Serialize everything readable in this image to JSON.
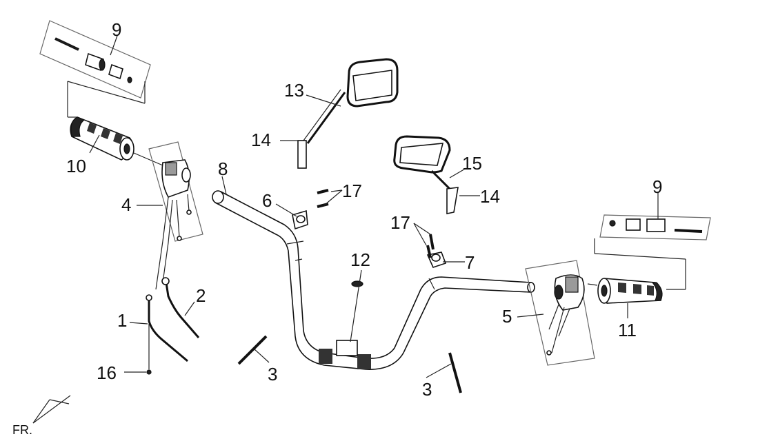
{
  "callouts": {
    "c1": "1",
    "c2": "2",
    "c3a": "3",
    "c3b": "3",
    "c4": "4",
    "c5": "5",
    "c6": "6",
    "c7": "7",
    "c8": "8",
    "c9a": "9",
    "c9b": "9",
    "c10": "10",
    "c11": "11",
    "c12": "12",
    "c13": "13",
    "c14a": "14",
    "c14b": "14",
    "c15": "15",
    "c16": "16",
    "c17a": "17",
    "c17b": "17"
  },
  "orientation": {
    "label": "FR."
  }
}
